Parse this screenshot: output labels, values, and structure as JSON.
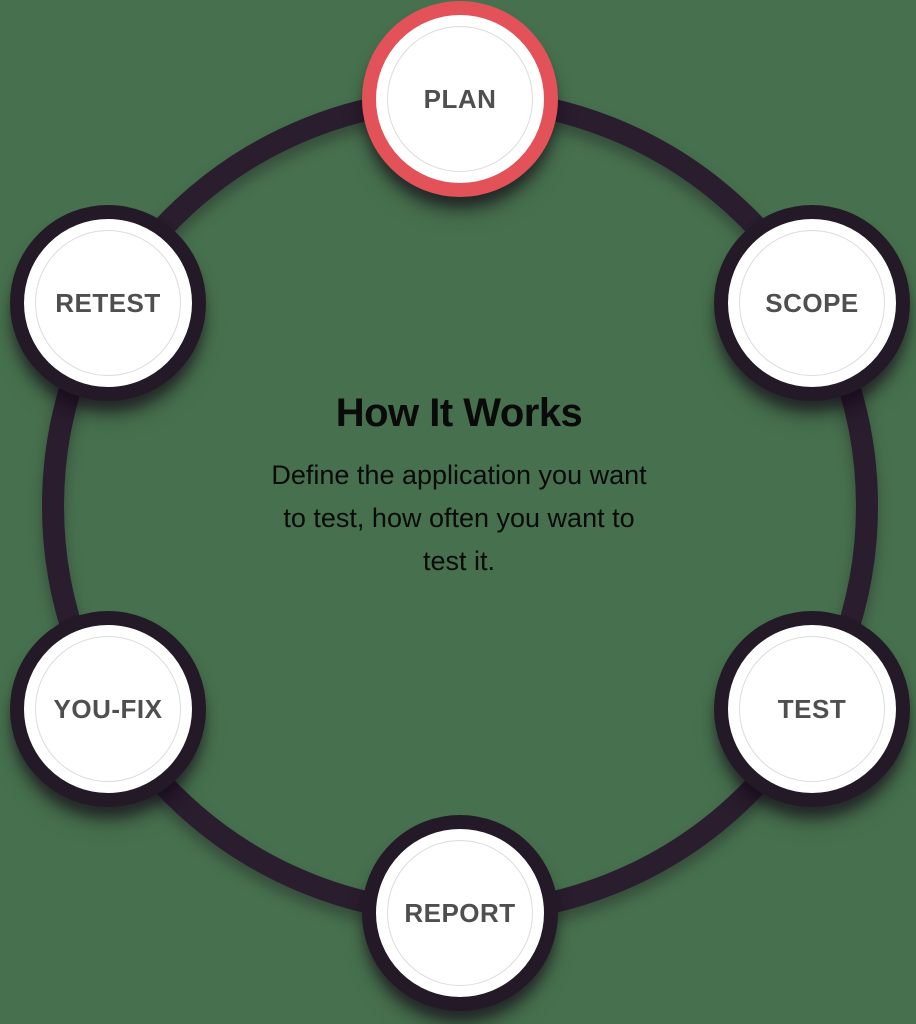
{
  "diagram": {
    "title": "How It Works",
    "active_step_description": "Define the application you want to test, how often you want to test it.",
    "nodes": [
      {
        "id": "plan",
        "label": "PLAN",
        "ring_color": "#e25258",
        "active": true
      },
      {
        "id": "scope",
        "label": "SCOPE",
        "ring_color": "#241927",
        "active": false
      },
      {
        "id": "test",
        "label": "TEST",
        "ring_color": "#241927",
        "active": false
      },
      {
        "id": "report",
        "label": "REPORT",
        "ring_color": "#241927",
        "active": false
      },
      {
        "id": "youfix",
        "label": "YOU-FIX",
        "ring_color": "#241927",
        "active": false
      },
      {
        "id": "retest",
        "label": "RETEST",
        "ring_color": "#241927",
        "active": false
      }
    ],
    "colors": {
      "background": "#47714e",
      "ring": "#2a1d2e",
      "node_ring": "#241927",
      "active_ring": "#e25258",
      "inner_outline": "#dcdcdc",
      "label_text": "#4f4f4f",
      "center_text": "#0a0a0a"
    }
  }
}
